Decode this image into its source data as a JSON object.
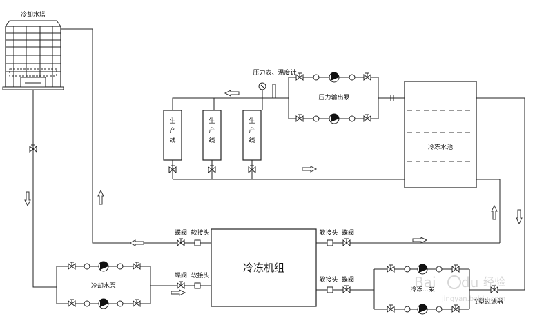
{
  "labels": {
    "cooling_tower": "冷却水塔",
    "pressure_gauge_thermometer": "压力表、温度计",
    "pressure_output_pump": "压力输出泵",
    "production_line": "生产线",
    "chilled_water_tank": "冷冻水池",
    "butterfly_valve": "蝶阀",
    "flexible_joint": "软接头",
    "chiller_unit": "冷冻机组",
    "cooling_water_pump": "冷却水泵",
    "chilled_water_pump_partial": "冷冻...泵",
    "y_filter": "Y型过滤器"
  },
  "watermark": {
    "brand": "Bai",
    "symbol": "du",
    "suffix": "经验",
    "url": "jingyan.baidu.com"
  },
  "icons": [
    "pump-icon",
    "valve-icon",
    "check-valve-icon",
    "pressure-gauge-icon",
    "thermometer-icon",
    "flow-arrow-icon"
  ]
}
